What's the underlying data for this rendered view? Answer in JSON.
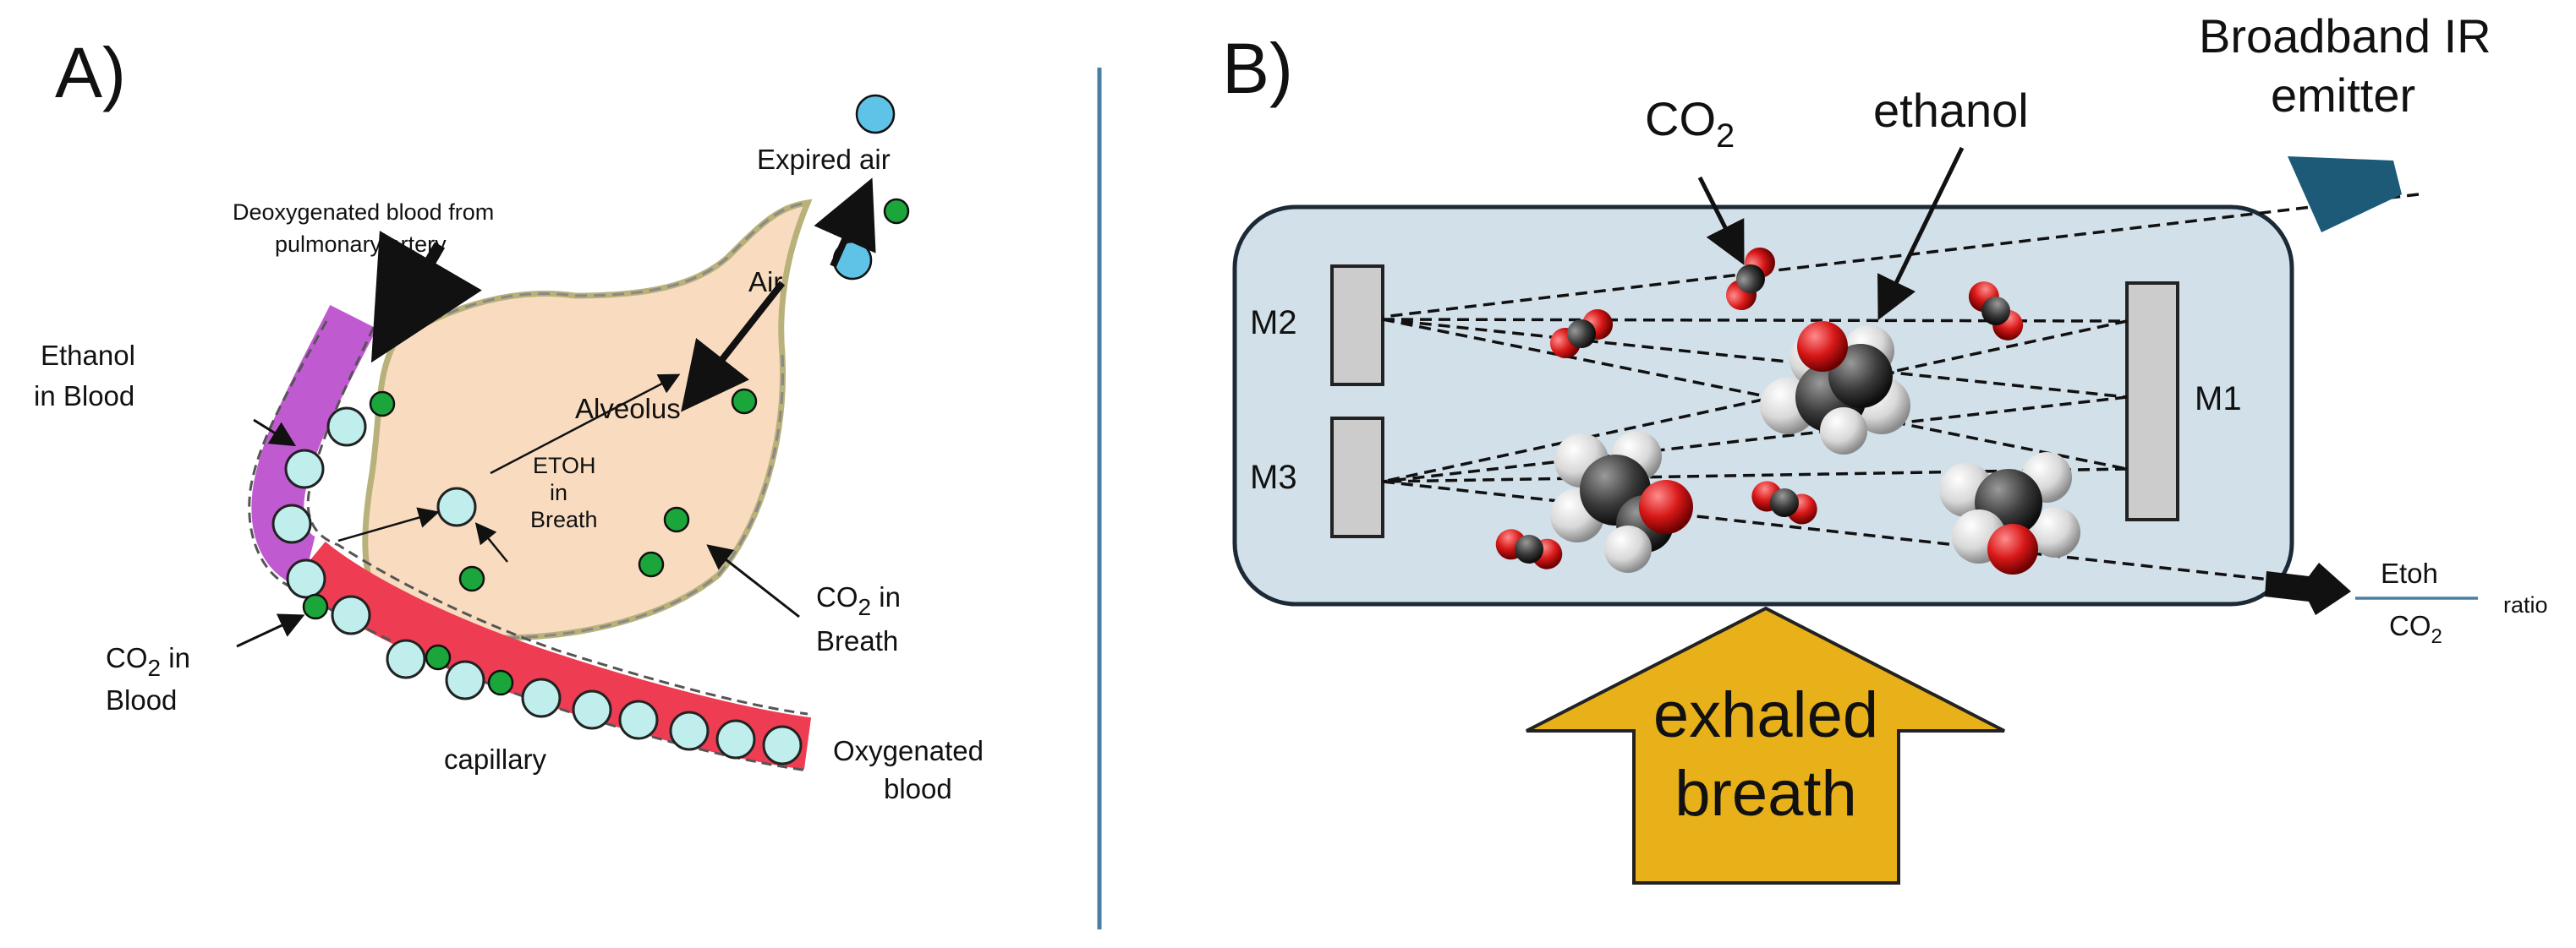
{
  "panel_a": {
    "panel_label": "A)",
    "expired_air": "Expired air",
    "deoxygenated_line1": "Deoxygenated blood from",
    "deoxygenated_line2": "pulmonary artery",
    "air": "Air",
    "ethanol_blood_line1": "Ethanol",
    "ethanol_blood_line2": "in Blood",
    "alveolus": "Alveolus",
    "etoh_line1": "ETOH",
    "etoh_line2": "in",
    "etoh_line3": "Breath",
    "co2_breath_main": "CO",
    "co2_breath_sub": "2",
    "co2_breath_suffix": " in",
    "co2_breath_line2": "Breath",
    "co2_blood_main": "CO",
    "co2_blood_sub": "2",
    "co2_blood_suffix": " in",
    "co2_blood_line2": "Blood",
    "capillary": "capillary",
    "oxygenated_line1": "Oxygenated",
    "oxygenated_line2": "blood"
  },
  "panel_b": {
    "panel_label": "B)",
    "co2_main": "CO",
    "co2_sub": "2",
    "ethanol": "ethanol",
    "emitter_line1": "Broadband IR",
    "emitter_line2": "emitter",
    "mirror_m1": "M1",
    "mirror_m2": "M2",
    "mirror_m3": "M3",
    "ratio_numerator": "Etoh",
    "ratio_denominator_main": "CO",
    "ratio_denominator_sub": "2",
    "ratio_word": "ratio",
    "exhaled_line1": "exhaled",
    "exhaled_line2": "breath"
  },
  "colors": {
    "divider": "#4a7fa3",
    "cell_background": "#d2e0ea",
    "emitter": "#1d5a78",
    "arrow": "#e8b11a",
    "blood_red": "#ee3d52",
    "blood_purple": "#c05ad0",
    "alveolus_fill": "#f9dcc0",
    "cyan_molecule": "#5ec3e6",
    "green_molecule": "#1aa63a"
  }
}
